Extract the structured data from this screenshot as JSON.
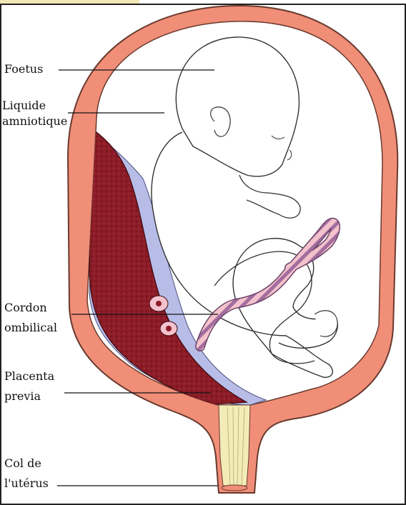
{
  "labels": {
    "foetus": "Foetus",
    "liquide_1": "Liquide",
    "liquide_2": "amniotique",
    "cordon_1": "Cordon",
    "cordon_2": "ombilical",
    "placenta_1": "Placenta",
    "placenta_2": "previa",
    "col_1": "Col de",
    "col_2": "l'utérus"
  },
  "colors": {
    "uterus_wall": "#f08e78",
    "uterus_outline": "#6a3a2e",
    "placenta": "#8c1c27",
    "placenta_dots": "#5e0d16",
    "membrane": "#b8bde8",
    "cord_light": "#f4c2cc",
    "cord_dark": "#a36d9f",
    "cervix": "#f3ecb8",
    "line": "#111111"
  }
}
